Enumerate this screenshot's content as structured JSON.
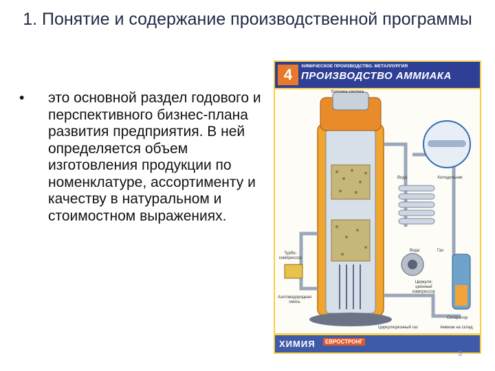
{
  "slide": {
    "title": "1. Понятие и содержание производственной программы",
    "bullet": "это основной раздел годового и перспективного бизнес-плана развития предприятия. В ней определяется объем изготовления продукции по номенклатуре, ассортименту и качеству в натуральном и стоимостном выражениях.",
    "bullet_marker": "•",
    "page_number": "3"
  },
  "poster": {
    "number": "4",
    "series": "ХИМИЧЕСКОЕ ПРОИЗВОДСТВО. МЕТАЛЛУРГИЯ",
    "title": "ПРОИЗВОДСТВО АММИАКА",
    "labels": {
      "column": "Колонна синтеза",
      "water": "Вода",
      "cooler": "Холодильник",
      "turbo": "Турбо-\nкомпрессор",
      "gas": "Газ",
      "water2": "Вода",
      "circ": "Циркуля-\nционный\nкомпрессор",
      "nitrogen": "Азотоводородная\nсмесь",
      "separator": "Сепаратор",
      "ammonia": "Аммиак на склад",
      "circ_gas": "Циркуляционный газ"
    },
    "footer_brand": "ХИМИЯ",
    "footer_brand2": "ЕВРОСТРОНГ"
  },
  "colors": {
    "title": "#1f2a44",
    "poster_border": "#f6cf43",
    "poster_head": "#2e3f95",
    "accent": "#e8792b"
  }
}
